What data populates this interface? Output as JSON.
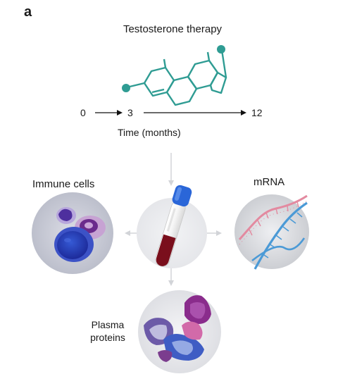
{
  "panel_label": "a",
  "therapy_title": "Testosterone therapy",
  "timeline": {
    "start": "0",
    "middle": "3",
    "end": "12",
    "axis_label": "Time (months)"
  },
  "outputs": {
    "immune_cells": "Immune cells",
    "mrna": "mRNA",
    "plasma_proteins_line1": "Plasma",
    "plasma_proteins_line2": "proteins"
  },
  "colors": {
    "molecule": "#2f9c93",
    "arrow_light": "#d2d4d8",
    "circle_bg": "#e9eaee",
    "tube_cap": "#2a66d8",
    "blood": "#7a0f1c"
  }
}
